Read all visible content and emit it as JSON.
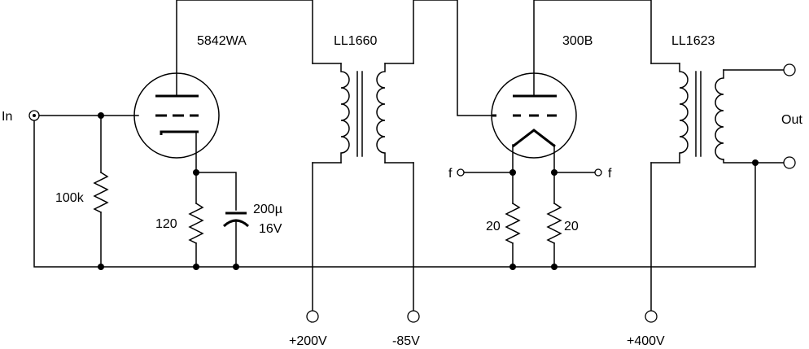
{
  "labels": {
    "tube1": "5842WA",
    "tube2": "300B",
    "transformer1": "LL1660",
    "transformer2": "LL1623",
    "input": "In",
    "output": "Out",
    "r_input": "100k",
    "r_cathode": "120",
    "cap_value": "200µ",
    "cap_voltage": "16V",
    "r_filament_left": "20",
    "r_filament_right": "20",
    "filament_left": "f",
    "filament_right": "f",
    "supply1": "+200V",
    "supply2": "-85V",
    "supply3": "+400V"
  }
}
